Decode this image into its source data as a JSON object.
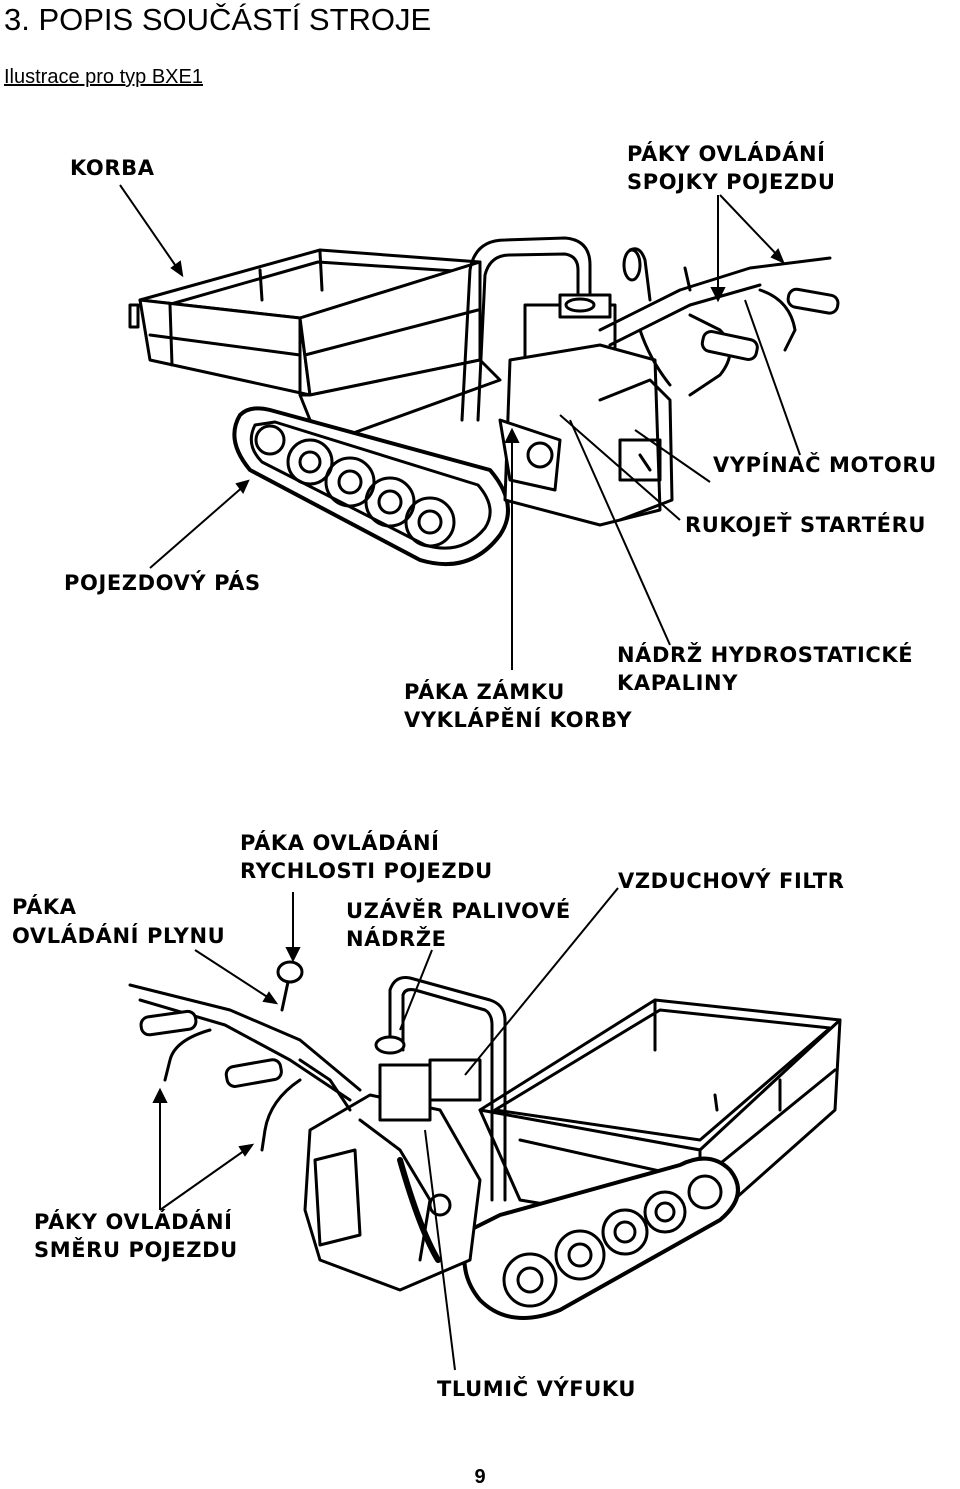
{
  "page": {
    "heading": "3. POPIS SOUČÁSTÍ STROJE",
    "subheading": "Ilustrace pro typ BXE1",
    "page_number": "9"
  },
  "figure_top": {
    "labels": {
      "korba": "KORBA",
      "paky_spojky_1": "PÁKY OVLÁDÁNÍ",
      "paky_spojky_2": "SPOJKY POJEZDU",
      "vypinac": "VYPÍNAČ MOTORU",
      "rukojet": "RUKOJEŤ STARTÉRU",
      "pojezdovy_pas": "POJEZDOVÝ PÁS",
      "nadrz_1": "NÁDRŽ HYDROSTATICKÉ",
      "nadrz_2": "KAPALINY",
      "paka_zamku_1": "PÁKA ZÁMKU",
      "paka_zamku_2": "VYKLÁPĚNÍ KORBY"
    }
  },
  "figure_bottom": {
    "labels": {
      "rychlost_1": "PÁKA OVLÁDÁNÍ",
      "rychlost_2": "RYCHLOSTI POJEZDU",
      "plyn_1": "PÁKA",
      "plyn_2": "OVLÁDÁNÍ PLYNU",
      "uzaver_1": "UZÁVĚR PALIVOVÉ",
      "uzaver_2": "NÁDRŽE",
      "filtr": "VZDUCHOVÝ FILTR",
      "smer_1": "PÁKY OVLÁDÁNÍ",
      "smer_2": "SMĚRU POJEZDU",
      "tlumic": "TLUMIČ VÝFUKU"
    }
  }
}
